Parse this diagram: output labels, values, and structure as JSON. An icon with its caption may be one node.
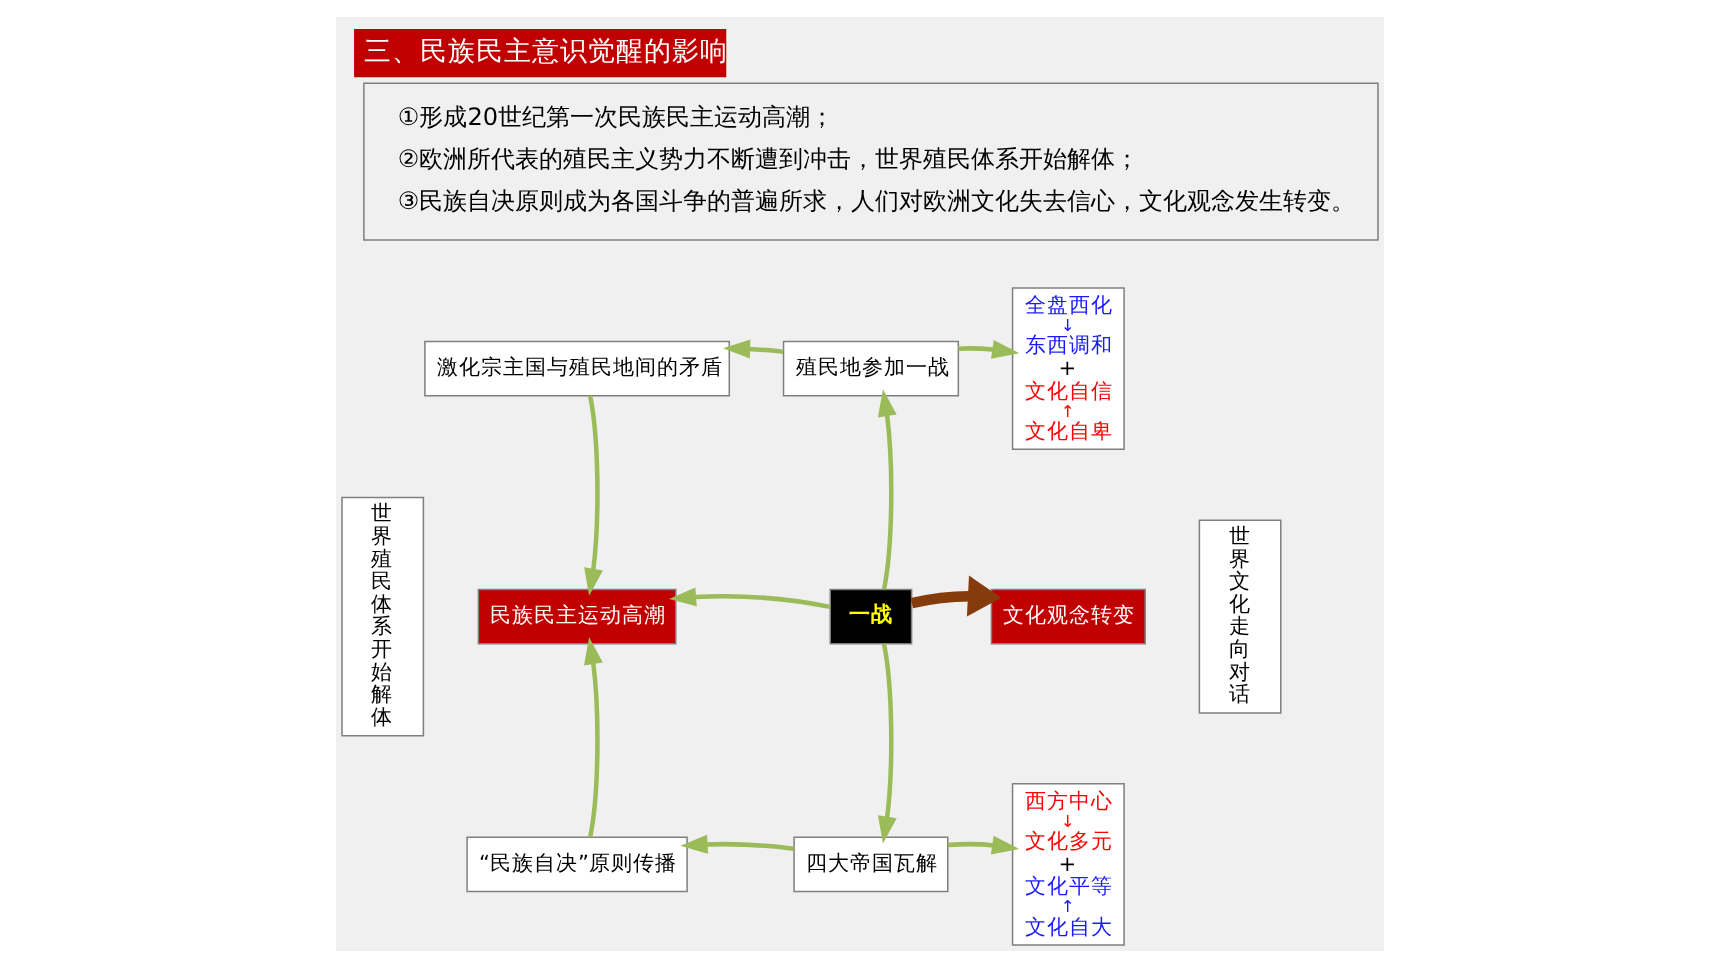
{
  "diagram": {
    "title": "三、民族民主意识觉醒的影响",
    "nodes": [
      {
        "text": [
          "①形成20世纪第一次民族民主运动高潮；",
          "②欧洲所代表的殖民主义势力不断遭到冲击，世界殖民体系开始解体；",
          "③民族自决原则成为各国斗争的普遍所求，人们对欧洲文化失去信心，文化观念发生转变。"
        ]
      },
      {
        "text": [
          "世界殖民体系开始解体"
        ]
      },
      {
        "text": [
          "激化宗主国与殖民地间的矛盾"
        ]
      },
      {
        "text": [
          "殖民地参加一战"
        ]
      },
      {
        "text": [
          "全盘西化",
          "↓",
          "东西调和",
          "+",
          "文化自信",
          "↑",
          "文化自卑"
        ]
      },
      {
        "text": [
          "民族民主运动高潮"
        ]
      },
      {
        "text": [
          "一战"
        ]
      },
      {
        "text": [
          "文化观念转变"
        ]
      },
      {
        "text": [
          "西方中心",
          "↓",
          "文化多元",
          "+",
          "文化平等",
          "↑",
          "文化自大"
        ]
      },
      {
        "text": [
          "“民族自决”原则传播"
        ]
      },
      {
        "text": [
          "四大帝国瓦解"
        ]
      },
      {
        "text": [
          "世界文化走向对话"
        ]
      }
    ],
    "edges": [
      {
        "from": 3,
        "to": 2,
        "arrow": "to"
      },
      {
        "from": 3,
        "to": 4,
        "arrow": "to"
      },
      {
        "from": 6,
        "to": 3,
        "arrow": "to"
      },
      {
        "from": 6,
        "to": 10,
        "arrow": "to"
      },
      {
        "from": 6,
        "to": 5,
        "arrow": "to"
      },
      {
        "from": 6,
        "to": 7,
        "arrow": "to",
        "style": "thick",
        "color": "#843c0c"
      },
      {
        "from": 2,
        "to": 5,
        "arrow": "to"
      },
      {
        "from": 9,
        "to": 5,
        "arrow": "to"
      },
      {
        "from": 10,
        "to": 9,
        "arrow": "to"
      },
      {
        "from": 10,
        "to": 8,
        "arrow": "to"
      }
    ]
  }
}
